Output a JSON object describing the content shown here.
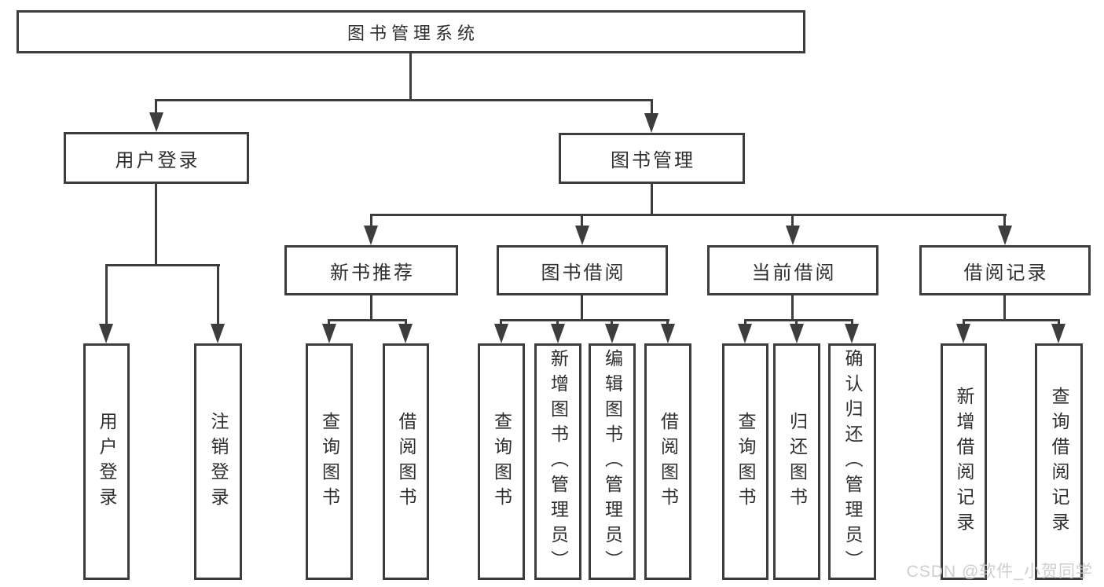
{
  "diagram": {
    "type": "tree",
    "nodes": {
      "root": {
        "label": "图书管理系统"
      },
      "user_login": {
        "label": "用户登录"
      },
      "book_mgmt": {
        "label": "图书管理"
      },
      "new_book_rec": {
        "label": "新书推荐"
      },
      "book_borrow": {
        "label": "图书借阅"
      },
      "current_borrow": {
        "label": "当前借阅"
      },
      "borrow_record": {
        "label": "借阅记录"
      },
      "leaf_user_login": {
        "label": "用户登录"
      },
      "leaf_logout": {
        "label": "注销登录"
      },
      "leaf_query_book_new": {
        "label": "查询图书"
      },
      "leaf_borrow_book_new": {
        "label": "借阅图书"
      },
      "leaf_query_book_borrow": {
        "label": "查询图书"
      },
      "leaf_add_book": {
        "label": "新增图书（管理员）"
      },
      "leaf_edit_book": {
        "label": "编辑图书（管理员）"
      },
      "leaf_borrow_book_borrow": {
        "label": "借阅图书"
      },
      "leaf_query_book_current": {
        "label": "查询图书"
      },
      "leaf_return_book": {
        "label": "归还图书"
      },
      "leaf_confirm_return": {
        "label": "确认归还（管理员）"
      },
      "leaf_add_borrow_record": {
        "label": "新增借阅记录"
      },
      "leaf_query_borrow_record": {
        "label": "查询借阅记录"
      }
    },
    "structure": {
      "root": [
        "user_login",
        "book_mgmt"
      ],
      "user_login": [
        "leaf_user_login",
        "leaf_logout"
      ],
      "book_mgmt": [
        "new_book_rec",
        "book_borrow",
        "current_borrow",
        "borrow_record"
      ],
      "new_book_rec": [
        "leaf_query_book_new",
        "leaf_borrow_book_new"
      ],
      "book_borrow": [
        "leaf_query_book_borrow",
        "leaf_add_book",
        "leaf_edit_book",
        "leaf_borrow_book_borrow"
      ],
      "current_borrow": [
        "leaf_query_book_current",
        "leaf_return_book",
        "leaf_confirm_return"
      ],
      "borrow_record": [
        "leaf_add_borrow_record",
        "leaf_query_borrow_record"
      ]
    }
  },
  "watermark": "CSDN @软件_小贺同学",
  "colors": {
    "line": "#3d3d3d",
    "box_border": "#3d3d3d",
    "box_fill": "#ffffff",
    "text": "#2f2f2f",
    "watermark": "#c9c9c9",
    "background": "#ffffff"
  }
}
